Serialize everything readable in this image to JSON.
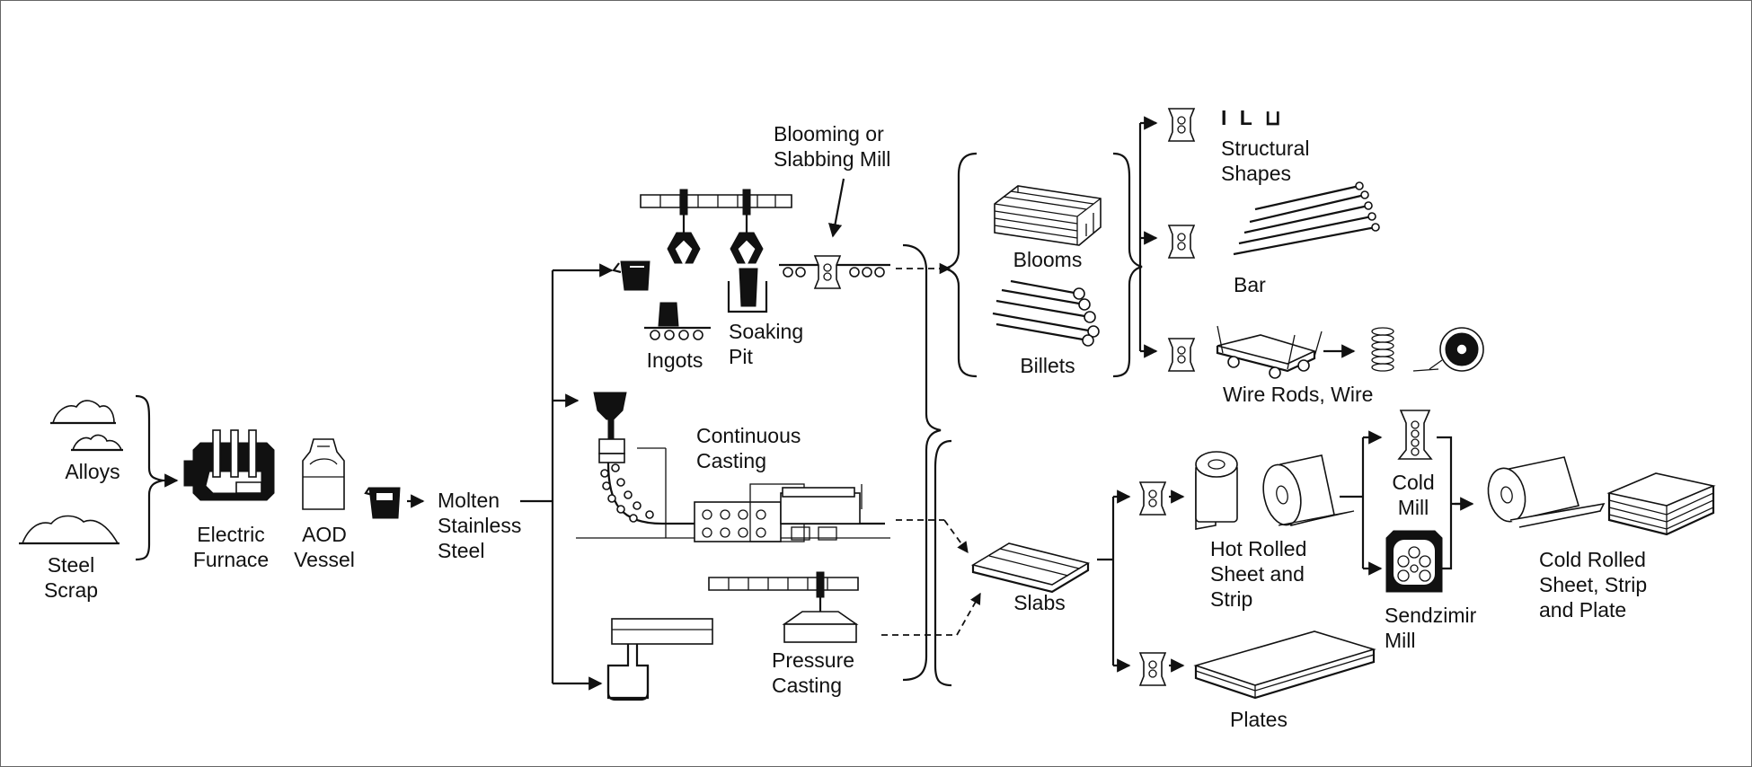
{
  "labels": {
    "alloys": "Alloys",
    "steel_scrap": "Steel\nScrap",
    "electric_furnace": "Electric\nFurnace",
    "aod_vessel": "AOD\nVessel",
    "molten_stainless_steel": "Molten\nStainless\nSteel",
    "ingots": "Ingots",
    "soaking_pit": "Soaking\nPit",
    "blooming_mill": "Blooming or\nSlabbing Mill",
    "continuous_casting": "Continuous\nCasting",
    "pressure_casting": "Pressure\nCasting",
    "blooms": "Blooms",
    "billets": "Billets",
    "slabs": "Slabs",
    "structural_shapes": "Structural\nShapes",
    "bar": "Bar",
    "wire_rods_wire": "Wire Rods, Wire",
    "hot_rolled": "Hot Rolled\nSheet and\nStrip",
    "cold_mill": "Cold\nMill",
    "sendzimir_mill": "Sendzimir\nMill",
    "cold_rolled": "Cold Rolled\nSheet, Strip\nand Plate",
    "plates": "Plates",
    "structural_glyphs": "I L ⊔"
  },
  "icons": [
    "ore-pile-icon",
    "electric-furnace-icon",
    "aod-vessel-icon",
    "ladle-icon",
    "crane-icon",
    "ingot-mold-icon",
    "soaking-pit-icon",
    "rolling-mill-stand-icon",
    "continuous-caster-icon",
    "pressure-caster-icon",
    "bundle-icon",
    "coil-icon",
    "roll-icon",
    "plate-stack-icon",
    "sendzimir-mill-icon"
  ]
}
